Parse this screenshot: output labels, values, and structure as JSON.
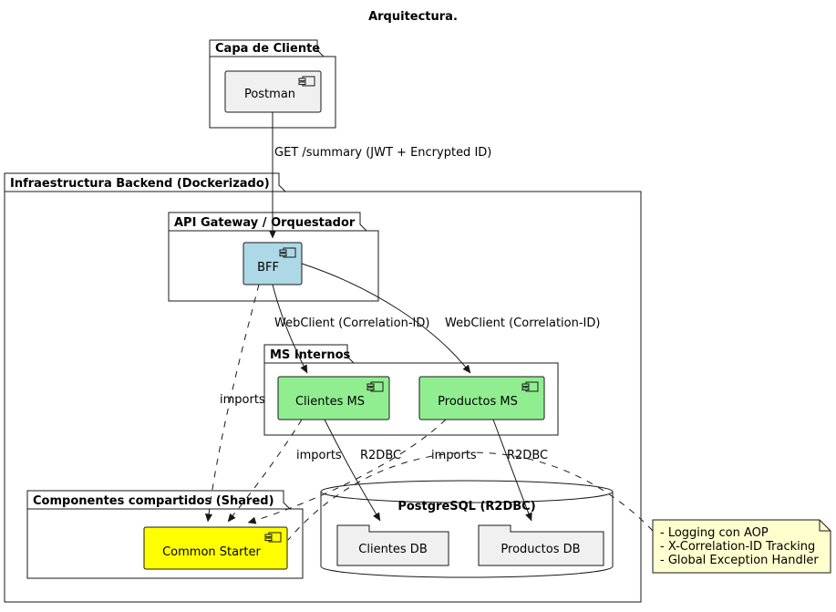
{
  "title": "Arquitectura.",
  "client_package": {
    "label": "Capa de Cliente"
  },
  "backend_package": {
    "label": "Infraestructura Backend (Dockerizado)"
  },
  "gateway_package": {
    "label": "API Gateway / Orquestador"
  },
  "ms_package": {
    "label": "MS Internos"
  },
  "shared_package": {
    "label": "Componentes compartidos (Shared)"
  },
  "database": {
    "label": "PostgreSQL (R2DBC)"
  },
  "components": {
    "postman": "Postman",
    "bff": "BFF",
    "clientes_ms": "Clientes MS",
    "productos_ms": "Productos MS",
    "common_starter": "Common Starter",
    "clientes_db": "Clientes DB",
    "productos_db": "Productos DB"
  },
  "edges": {
    "get_summary": "GET /summary (JWT + Encrypted ID)",
    "webclient_clientes": "WebClient (Correlation-ID)",
    "webclient_productos": "WebClient (Correlation-ID)",
    "imports_bff": "imports",
    "imports_clientes": "imports",
    "imports_productos": "imports",
    "r2dbc_clientes": "R2DBC",
    "r2dbc_productos": "R2DBC"
  },
  "note": {
    "lines": [
      "- Logging con AOP",
      "- X-Correlation-ID Tracking",
      "- Global Exception Handler"
    ]
  },
  "colors": {
    "bff": "#ADD8E6",
    "microservice": "#90EE90",
    "shared": "#FFFF00",
    "neutral": "#F0F0F0",
    "note": "#FEFECE",
    "line": "#181818"
  }
}
